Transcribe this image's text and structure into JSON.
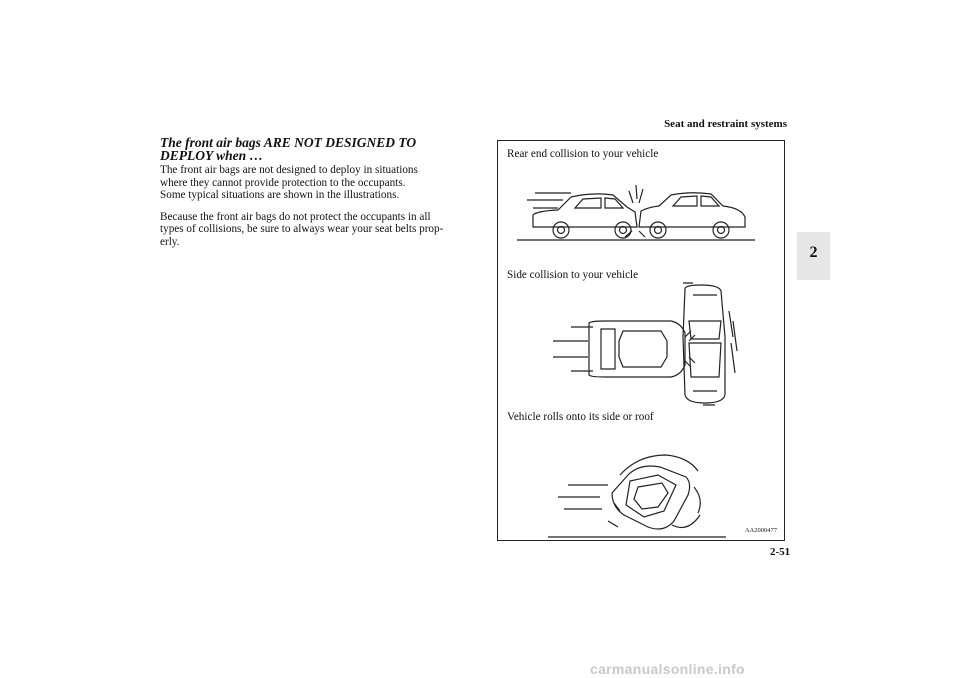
{
  "header": {
    "section_title": "Seat and restraint systems"
  },
  "tab": {
    "chapter_number": "2"
  },
  "content": {
    "heading_line1": "The front air bags ARE NOT DESIGNED TO",
    "heading_line2": "DEPLOY when …",
    "para1_line1": "The front air bags are not designed to deploy in situations",
    "para1_line2": "where they cannot provide protection to the occupants.",
    "para2": "Some typical situations are shown in the illustrations.",
    "para3_line1": "Because the front air bags do not protect the occupants in all",
    "para3_line2": "types of collisions, be sure to always wear your seat belts prop-",
    "para3_line3": "erly."
  },
  "figure": {
    "caption_rear": "Rear end collision to your vehicle",
    "caption_side": "Side collision to your vehicle",
    "caption_roll": "Vehicle rolls onto its side or roof",
    "image_code": "AA2000477"
  },
  "page": {
    "number": "2-51"
  },
  "watermark": {
    "text": "carmanualsonline.info"
  }
}
